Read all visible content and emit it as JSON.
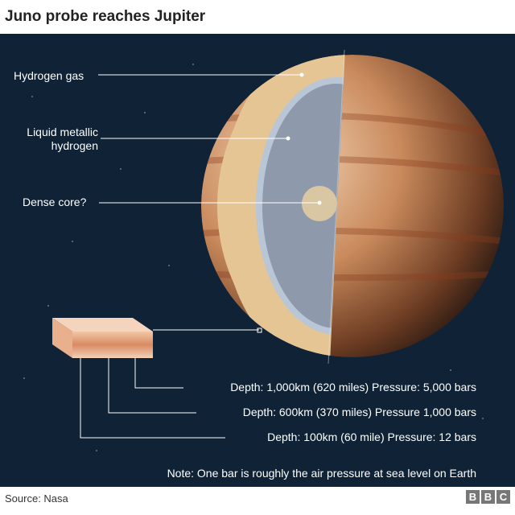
{
  "title": "Juno probe reaches Jupiter",
  "labels": {
    "hydrogen_gas": "Hydrogen gas",
    "liquid_metallic": "Liquid metallic",
    "liquid_metallic_2": "hydrogen",
    "dense_core": "Dense core?"
  },
  "depths": [
    "Depth: 1,000km (620 miles) Pressure: 5,000 bars",
    "Depth: 600km (370 miles) Pressure 1,000 bars",
    "Depth: 100km (60 mile) Pressure: 12 bars"
  ],
  "note": "Note: One bar is roughly the air pressure at sea level on Earth",
  "source": "Source: Nasa",
  "logo": "BBC",
  "colors": {
    "background": "#0f2236",
    "outer_layer": "#e6c594",
    "metallic_layer": "#8e99ab",
    "core": "#d9c6a3"
  }
}
